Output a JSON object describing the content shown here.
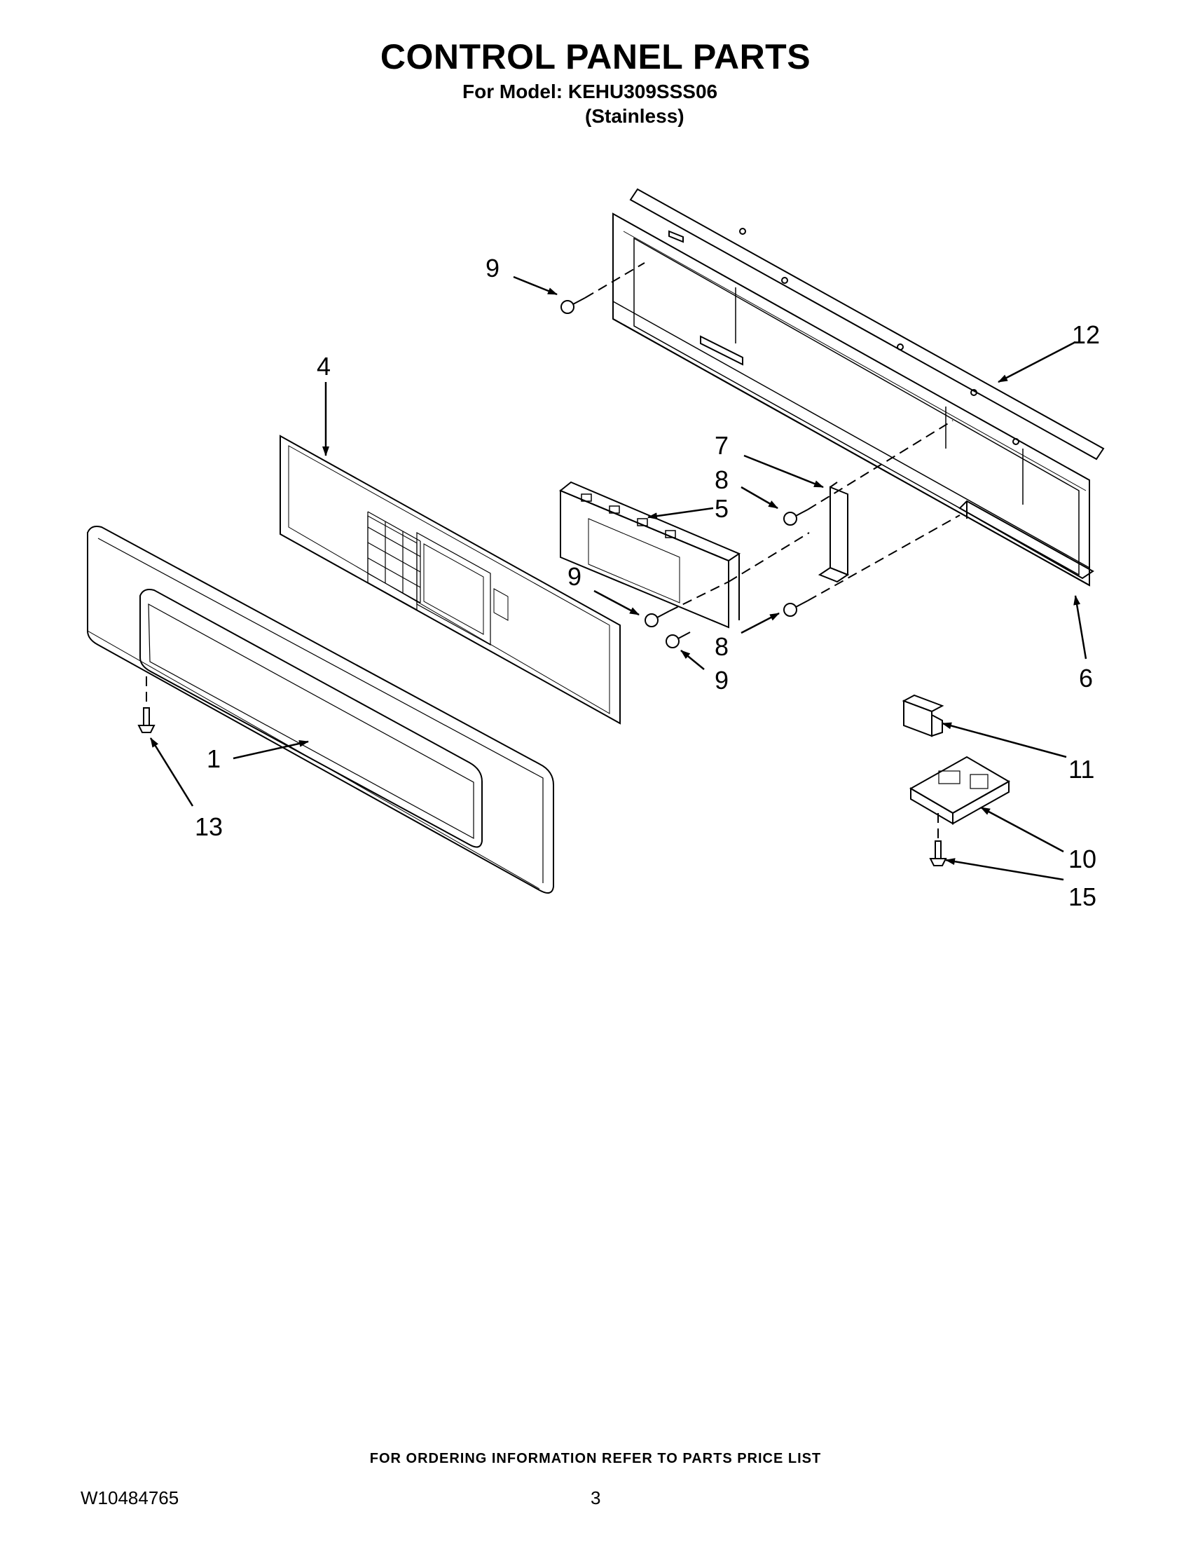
{
  "header": {
    "title": "CONTROL PANEL PARTS",
    "model_line": "For Model: KEHU309SSS06",
    "color_line": "(Stainless)"
  },
  "callouts": [
    "9",
    "12",
    "4",
    "7",
    "8",
    "5",
    "9",
    "8",
    "9",
    "6",
    "11",
    "1",
    "13",
    "10",
    "15"
  ],
  "footer": {
    "ordering_note": "FOR ORDERING INFORMATION REFER TO PARTS PRICE LIST",
    "document_number": "W10484765",
    "page_number": "3"
  }
}
